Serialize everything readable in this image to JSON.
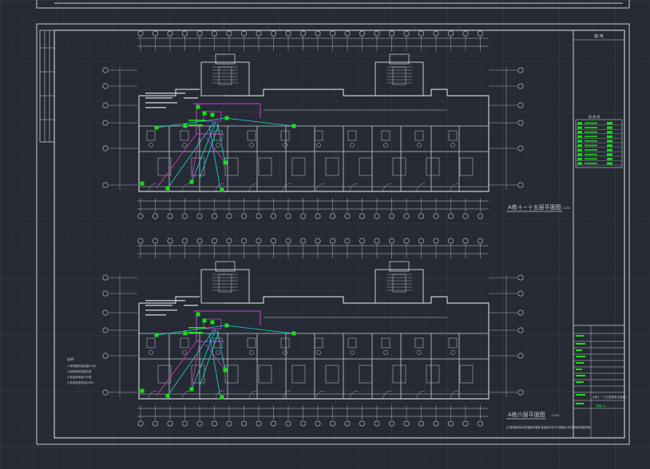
{
  "drawing": {
    "title_block_header": "建-电",
    "legend_title": "图 例 表",
    "legend_rows": [
      "—",
      "—",
      "—",
      "—",
      "—",
      "—",
      "—",
      "—",
      "—",
      "—"
    ],
    "sheet_upper_title": "A栋十~十五层平面图",
    "sheet_upper_scale": "1:100",
    "sheet_lower_title": "A栋六层平面图",
    "sheet_lower_scale": "1:100",
    "notes_title": "说明:",
    "notes_lines": [
      "1.弱电箱安装高度0.5米",
      "2.网络线采用超五类",
      "3.电话线采用HYV线",
      "4.有线电视采用SYWV"
    ],
    "bottom_note": "注:弱电管线由本层楼板内暗敷,接地线与电气共用接地,详见弱电系统图说明。",
    "title_block_drawing_name": "A栋十~十五层弱电平面图",
    "title_block_number": "弱施-01"
  },
  "colors": {
    "background": "#252a33",
    "grid": "#2f3540",
    "lines": "#c9ccd2",
    "highlight_green": "#18e018",
    "highlight_cyan": "#22d3d3",
    "highlight_magenta": "#d83ad8"
  }
}
